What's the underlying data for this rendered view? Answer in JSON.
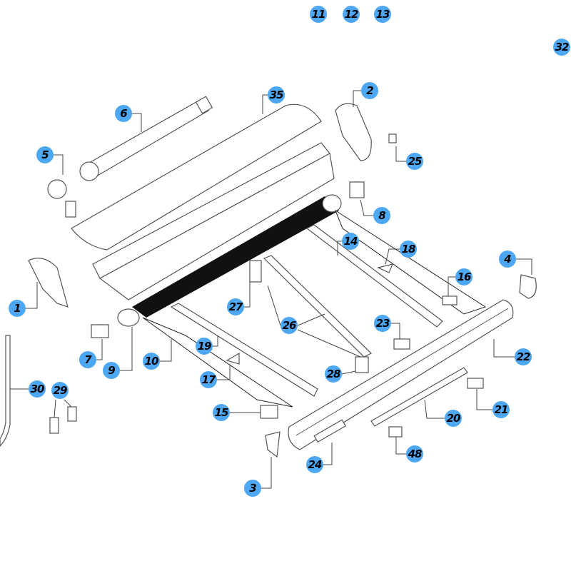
{
  "diagram": {
    "title": "Awning exploded parts diagram",
    "accent_color": "#4ea7f2",
    "callouts": [
      {
        "id": "11"
      },
      {
        "id": "12"
      },
      {
        "id": "13"
      },
      {
        "id": "32"
      },
      {
        "id": "35"
      },
      {
        "id": "2"
      },
      {
        "id": "6"
      },
      {
        "id": "5"
      },
      {
        "id": "25"
      },
      {
        "id": "8"
      },
      {
        "id": "14"
      },
      {
        "id": "18"
      },
      {
        "id": "4"
      },
      {
        "id": "16"
      },
      {
        "id": "1"
      },
      {
        "id": "27"
      },
      {
        "id": "26"
      },
      {
        "id": "23"
      },
      {
        "id": "7"
      },
      {
        "id": "19"
      },
      {
        "id": "10"
      },
      {
        "id": "22"
      },
      {
        "id": "9"
      },
      {
        "id": "28"
      },
      {
        "id": "17"
      },
      {
        "id": "30"
      },
      {
        "id": "29"
      },
      {
        "id": "21"
      },
      {
        "id": "15"
      },
      {
        "id": "20"
      },
      {
        "id": "48"
      },
      {
        "id": "24"
      },
      {
        "id": "3"
      }
    ]
  }
}
